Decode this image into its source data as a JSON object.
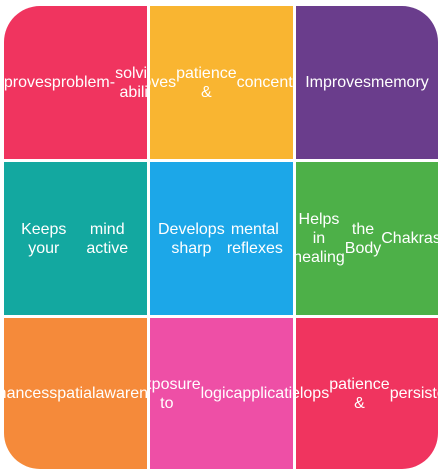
{
  "tiles": [
    {
      "lines": [
        "Improves",
        "problem-",
        "solving ability"
      ],
      "color": "#F0345F"
    },
    {
      "lines": [
        "Improves",
        "patience &",
        "concentration"
      ],
      "color": "#F9B531"
    },
    {
      "lines": [
        "Improves",
        "memory"
      ],
      "color": "#6A3D8C"
    },
    {
      "lines": [
        "Keeps your",
        "mind active"
      ],
      "color": "#13A8A0"
    },
    {
      "lines": [
        "Develops sharp",
        "mental reflexes"
      ],
      "color": "#1CA7E8"
    },
    {
      "lines": [
        "Helps in healing",
        "the Body",
        "Chakras"
      ],
      "color": "#4DB048"
    },
    {
      "lines": [
        "Enhances",
        "spatial",
        "awareness"
      ],
      "color": "#F58A3A"
    },
    {
      "lines": [
        "Exposure to",
        "logic",
        "application"
      ],
      "color": "#EE4FA6"
    },
    {
      "lines": [
        "Develops",
        "patience &",
        "persistence"
      ],
      "color": "#F0345F"
    }
  ]
}
